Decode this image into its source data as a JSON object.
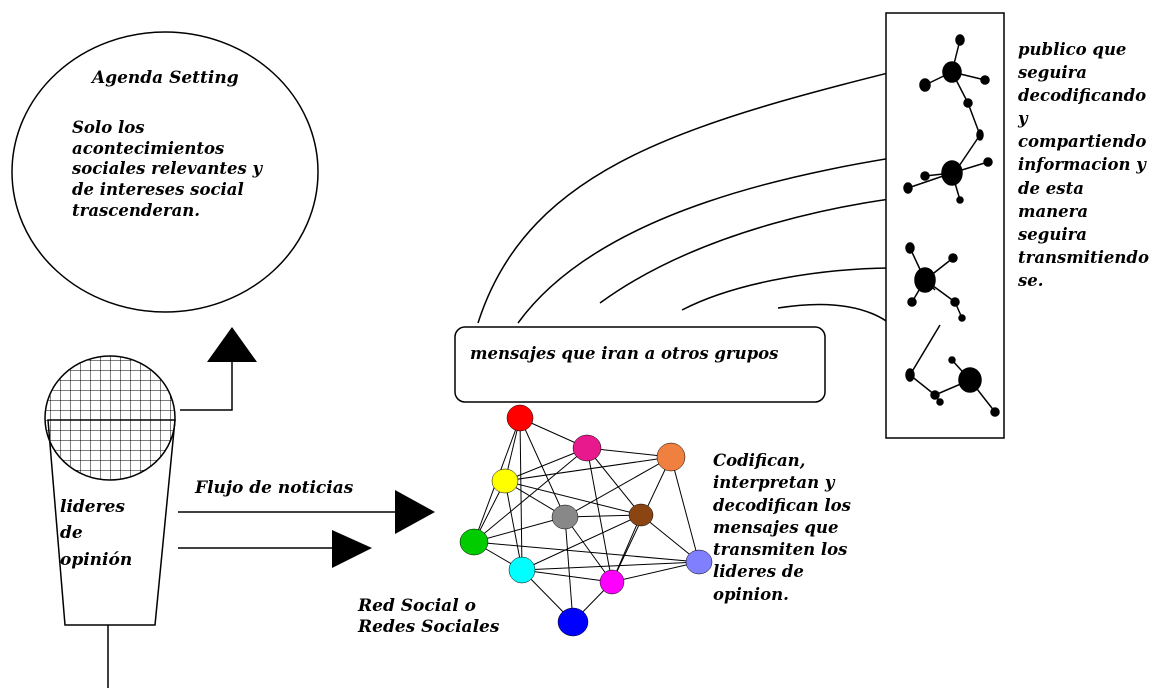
{
  "agenda": {
    "title": "Agenda Setting",
    "text": "Solo los\nacontecimientos\nsociales relevantes y\nde intereses social\ntrascenderan."
  },
  "microphone": {
    "label": "lideres\nde\nopinión"
  },
  "flow": {
    "label": "Flujo de noticias"
  },
  "messages_box": {
    "label": "mensajes que iran a otros grupos"
  },
  "network": {
    "label": "Red Social o\nRedes Sociales",
    "node_colors": {
      "red": "#ff0000",
      "magenta": "#e8198c",
      "orange": "#f08040",
      "yellow": "#ffff00",
      "gray": "#888888",
      "brown": "#8b4513",
      "green": "#00cc00",
      "cyan": "#00ffff",
      "pink": "#ff00ff",
      "lavender": "#8080ff",
      "blue": "#0000ff"
    }
  },
  "codify": {
    "text": "Codifican,\ninterpretan y\ndecodifican los\nmensajes que\ntransmiten los\nlideres de\nopinion."
  },
  "public": {
    "text": "publico que\nseguira\ndecodificando\ny\ncompartiendo\ninformacion y\nde esta\nmanera\nseguira\ntransmitiendo\nse."
  }
}
